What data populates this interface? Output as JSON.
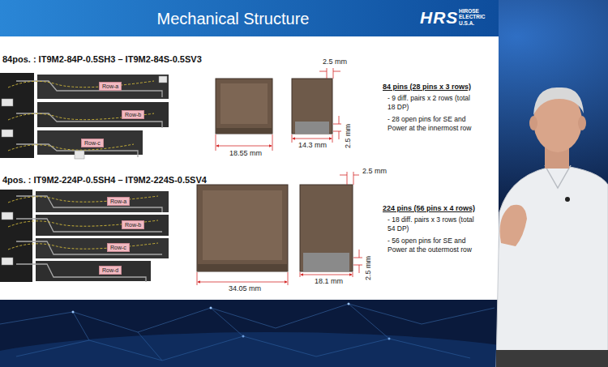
{
  "diagram": {
    "title": "Mechanical Structure",
    "nodes": [
      {
        "text": [
          "Row-a"
        ]
      },
      {
        "text": [
          "Row-b"
        ]
      },
      {
        "text": [
          "Row-c"
        ]
      },
      {
        "text": [
          "Row-a"
        ]
      },
      {
        "text": [
          "Row-b"
        ]
      },
      {
        "text": [
          "Row-c"
        ]
      },
      {
        "text": [
          "Row-d"
        ]
      }
    ],
    "labels": [
      "HRS",
      "HIROSE ELECTRIC U.S.A.",
      "84pos. : IT9M2-84P-0.5SH3 – IT9M2-84S-0.5SV3",
      "2.5 mm",
      "2.5 mm",
      "18.55 mm",
      "14.3 mm",
      "84 pins (28 pins x 3 rows)",
      "- 9 diff. pairs x 2 rows (total 18 DP)",
      "- 28 open pins for SE and Power at the innermost row",
      "4pos. : IT9M2-224P-0.5SH4 – IT9M2-224S-0.5SV4",
      "2.5 mm",
      "2.5 mm",
      "34.05 mm",
      "18.1 mm",
      "224 pins (56 pins x 4 rows)",
      "- 18 diff. pairs x 3 rows (total 54 DP)",
      "- 56 open pins for SE and Power at the outermost row"
    ]
  }
}
